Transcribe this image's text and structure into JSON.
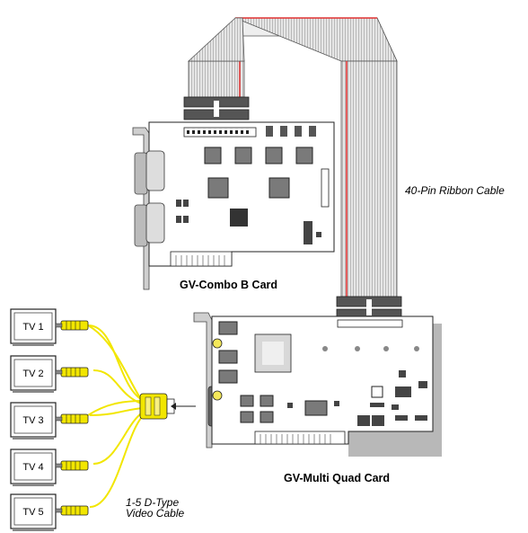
{
  "labels": {
    "ribbon_cable": "40-Pin Ribbon Cable",
    "combo_card": "GV-Combo B Card",
    "quad_card": "GV-Multi Quad Card",
    "video_cable_line1": "1-5 D-Type",
    "video_cable_line2": "Video Cable"
  },
  "tvs": [
    {
      "label": "TV 1"
    },
    {
      "label": "TV 2"
    },
    {
      "label": "TV 3"
    },
    {
      "label": "TV 4"
    },
    {
      "label": "TV 5"
    }
  ],
  "colors": {
    "cable_yellow": "#f2e600",
    "ribbon_red": "#e03030",
    "board_fill": "#ffffff",
    "bracket_gray": "#b8b8b8"
  }
}
